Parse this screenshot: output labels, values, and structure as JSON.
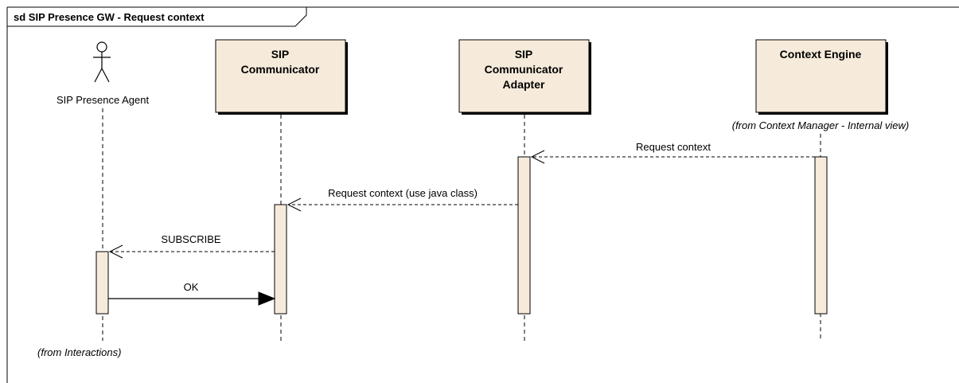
{
  "frame": {
    "title": "sd SIP Presence GW - Request context"
  },
  "colors": {
    "box_fill": "#f6ebda",
    "line": "#000000",
    "background": "#ffffff"
  },
  "actor": {
    "name": "SIP Presence Agent",
    "icon": "stick-figure-icon",
    "from": "(from Interactions)"
  },
  "lifelines": [
    {
      "id": "sip-communicator",
      "lines": [
        "SIP",
        "Communicator"
      ]
    },
    {
      "id": "sip-communicator-adapter",
      "lines": [
        "SIP",
        "Communicator",
        "Adapter"
      ]
    },
    {
      "id": "context-engine",
      "lines": [
        "Context Engine"
      ],
      "from": "(from Context Manager - Internal view)"
    }
  ],
  "messages": [
    {
      "label": "Request context",
      "from": "context-engine",
      "to": "sip-communicator-adapter",
      "style": "reply-dashed"
    },
    {
      "label": "Request context (use java class)",
      "from": "sip-communicator-adapter",
      "to": "sip-communicator",
      "style": "reply-dashed"
    },
    {
      "label": "SUBSCRIBE",
      "from": "sip-communicator",
      "to": "sip-presence-agent",
      "style": "reply-dashed"
    },
    {
      "label": "OK",
      "from": "sip-presence-agent",
      "to": "sip-communicator",
      "style": "sync-solid"
    }
  ]
}
